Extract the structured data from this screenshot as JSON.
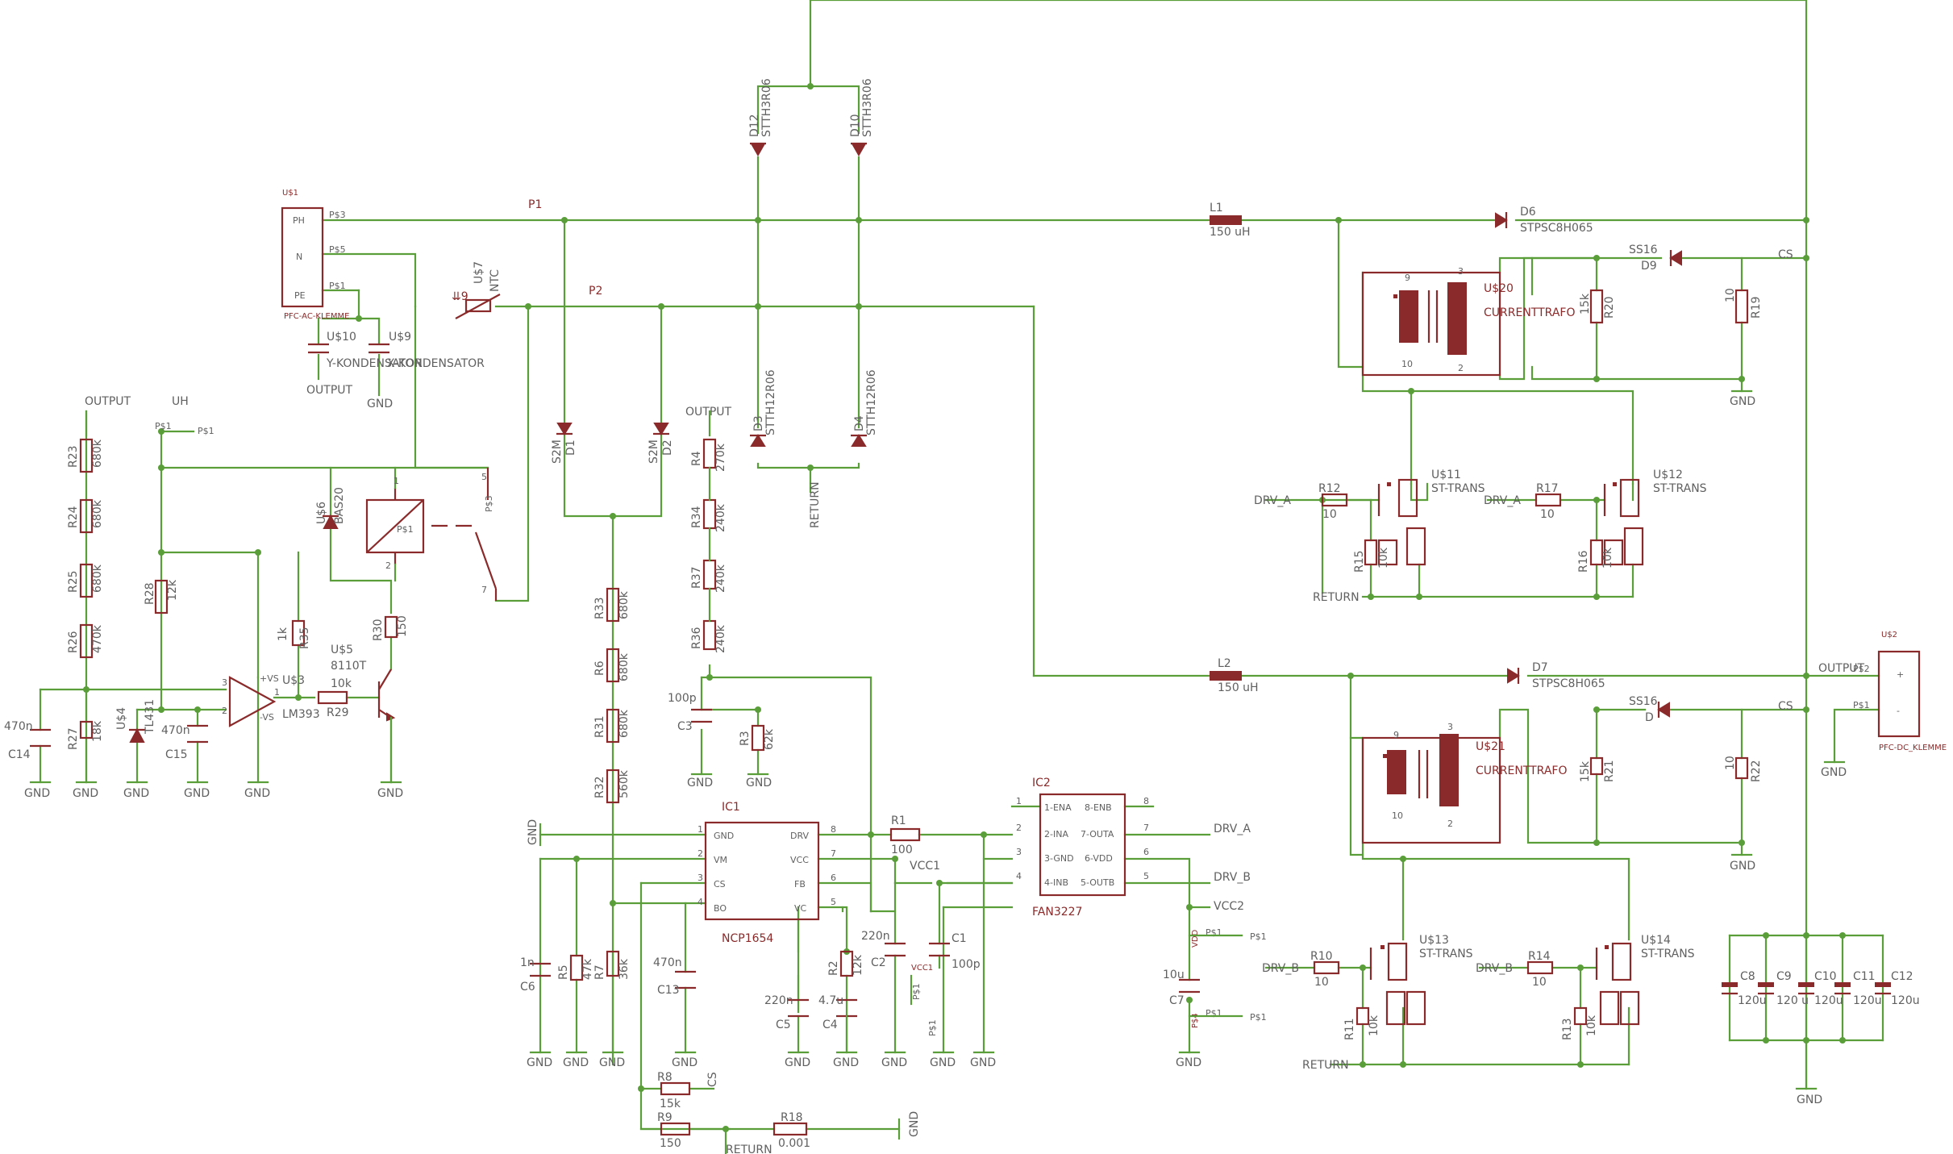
{
  "labels": {
    "p1": "P1",
    "p2": "P2",
    "us1": "U$1",
    "ph": "PH",
    "n": "N",
    "pe": "PE",
    "ps3": "P$3",
    "ps5": "P$5",
    "ps1": "P$1",
    "pfc_ac": "PFC-AC-KLEMME",
    "us10": "U$10",
    "us9": "U$9",
    "ykond": "Y-KONDENSATOR",
    "xkond": "X-KONDENSATOR",
    "output": "OUTPUT",
    "gnd": "GND",
    "uh": "UH",
    "us7": "U$7",
    "ntc": "NTC",
    "d12": "D12",
    "d10": "D10",
    "stth3r06": "STTH3R06",
    "d3": "D3",
    "d4": "D4",
    "stth12r06": "STTH12R06",
    "d1": "D1",
    "d2": "D2",
    "s2m": "S2M",
    "return": "RETURN",
    "l1": "L1",
    "l1v": "150 uH",
    "l2": "L2",
    "l2v": "150 uH",
    "d6": "D6",
    "d7": "D7",
    "stpsc": "STPSC8H065",
    "ss16": "SS16",
    "d9": "D9",
    "d": "D",
    "cs": "CS",
    "us20": "U$20",
    "us21": "U$21",
    "currenttrafo": "CURRENTTRAFO",
    "r20": "R20",
    "v15k": "15k",
    "r19": "R19",
    "v10": "10",
    "r21": "R21",
    "r22": "R22",
    "us11": "U$11",
    "us12": "U$12",
    "us13": "U$13",
    "us14": "U$14",
    "sttrans": "ST-TRANS",
    "r12": "R12",
    "r17": "R17",
    "r10": "R10",
    "r14": "R14",
    "r15": "R15",
    "r16": "R16",
    "r11": "R11",
    "r13": "R13",
    "v10k": "10k",
    "drv_a": "DRV_A",
    "drv_b": "DRV_B",
    "r23": "R23",
    "r24": "R24",
    "r25": "R25",
    "r26": "R26",
    "r27": "R27",
    "r28": "R28",
    "v680k": "680k",
    "v470k": "470k",
    "v18k": "18k",
    "v12k": "12k",
    "c14": "C14",
    "v470n": "470n",
    "us4": "U$4",
    "tl431": "TL431",
    "c15": "C15",
    "us6": "U$6",
    "bas20": "BAS20",
    "r35": "R35",
    "v1k": "1k",
    "us5": "U$5",
    "v8110t": "8110T",
    "us3": "U$3",
    "lm393": "LM393",
    "r29": "R29",
    "r30": "R30",
    "v150": "150",
    "ps2": "P$2",
    "r4": "R4",
    "v270k": "270k",
    "r34": "R34",
    "v240k": "240k",
    "r37": "R37",
    "r36": "R36",
    "c3": "C3",
    "v100p": "100p",
    "r3": "R3",
    "v62k": "62k",
    "r33": "R33",
    "r6": "R6",
    "r31": "R31",
    "r32": "R32",
    "v560k": "560k",
    "ic1": "IC1",
    "ncp1654": "NCP1654",
    "pin_gnd": "GND",
    "pin_vm": "VM",
    "pin_cs": "CS",
    "pin_bo": "BO",
    "pin_drv": "DRV",
    "pin_vcc": "VCC",
    "pin_fb": "FB",
    "pin_vc": "VC",
    "r1": "R1",
    "v100": "100",
    "vcc1": "VCC1",
    "vcc2": "VCC2",
    "ic2": "IC2",
    "fan3227": "FAN3227",
    "pin1": "1-ENA",
    "pin2": "2-INA",
    "pin3": "3-GND",
    "pin4": "4-INB",
    "pin8": "8-ENB",
    "pin7": "7-OUTA",
    "pin6": "6-VDD",
    "pin5": "5-OUTB",
    "c6": "C6",
    "v1n": "1n",
    "r5": "R5",
    "v47k": "47k",
    "r7": "R7",
    "v36k": "36k",
    "c13": "C13",
    "c5": "C5",
    "v220n": "220n",
    "c4": "C4",
    "v47u": "4.7u",
    "r2": "R2",
    "c2": "C2",
    "c1": "C1",
    "c7": "C7",
    "v10u": "10u",
    "r8": "R8",
    "r9": "R9",
    "r18": "R18",
    "v0001": "0.001",
    "v15k2": "15k",
    "us2": "U$2",
    "pfc_dc": "PFC-DC_KLEMME",
    "plus": "+",
    "minus": "-",
    "outp": "OUTPUT",
    "c8": "C8",
    "c9": "C9",
    "c10": "C10",
    "c11": "C11",
    "c12": "C12",
    "v120u": "120u",
    "v120u_short": "120 u",
    "vdd": "VDD",
    "ps4": "P$4",
    "n1": "1",
    "n2": "2",
    "n3": "3",
    "n4": "4",
    "n5": "5",
    "n6": "6",
    "n7": "7",
    "n8": "8",
    "n9": "9",
    "n10": "10"
  }
}
